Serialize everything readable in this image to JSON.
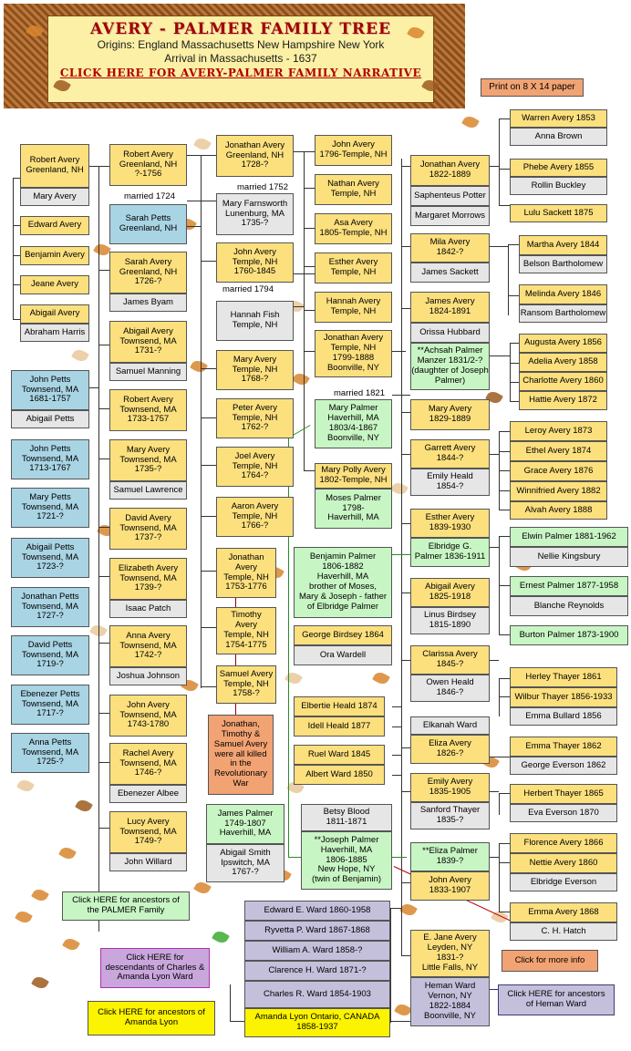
{
  "header": {
    "title": "AVERY - PALMER FAMILY TREE",
    "origins": "Origins: England  Massachusetts New Hampshire  New York",
    "arrival": "Arrival in Massachusetts - 1637",
    "narrative_link": "CLICK HERE FOR AVERY-PALMER FAMILY NARRATIVE"
  },
  "print_note": "Print on 8 X 14 paper",
  "marriage_labels": {
    "m1724": "married 1724",
    "m1752": "married 1752",
    "m1794": "married 1794",
    "m1821": "married 1821"
  },
  "col1": {
    "robert": "Robert Avery\nGreenland, NH",
    "mary": "Mary Avery",
    "edward": "Edward Avery",
    "benjamin": "Benjamin Avery",
    "jeane": "Jeane Avery",
    "abigail": "Abigail Avery",
    "abraham": "Abraham Harris",
    "petts": [
      "John Petts\nTownsend, MA\n1681-1757",
      "Abigail Petts",
      "John Petts\nTownsend, MA\n1713-1767",
      "Mary Petts\nTownsend, MA\n1721-?",
      "Abigail Petts\nTownsend, MA\n1723-?",
      "Jonathan Petts\nTownsend, MA\n1727-?",
      "David Petts\nTownsend, MA\n1719-?",
      "Ebenezer Petts\nTownsend, MA\n1717-?",
      "Anna Petts\nTownsend, MA\n1725-?"
    ]
  },
  "col2": {
    "robert": "Robert Avery\nGreenland, NH\n?-1756",
    "sarah_petts": "Sarah Petts\nGreenland, NH",
    "sarah": "Sarah Avery\nGreenland, NH\n1726-?",
    "james_byam": "James Byam",
    "abigail": "Abigail Avery\nTownsend, MA\n1731-?",
    "samuel_manning": "Samuel Manning",
    "robert2": "Robert Avery\nTownsend, MA\n1733-1757",
    "mary": "Mary Avery\nTownsend, MA\n1735-?",
    "samuel_lawrence": "Samuel Lawrence",
    "david": "David Avery\nTownsend, MA\n1737-?",
    "elizabeth": "Elizabeth Avery\nTownsend, MA\n1739-?",
    "isaac_patch": "Isaac Patch",
    "anna": "Anna Avery\nTownsend, MA\n1742-?",
    "joshua": "Joshua Johnson",
    "john": "John Avery\nTownsend, MA\n1743-1780",
    "rachel": "Rachel Avery\nTownsend, MA\n1746-?",
    "ebenezer_albee": "Ebenezer Albee",
    "lucy": "Lucy Avery\nTownsend, MA\n1749-?",
    "john_willard": "John Willard"
  },
  "col3": {
    "jonathan": "Jonathan Avery\nGreenland, NH\n1728-?",
    "mary_farnsworth": "Mary Farnsworth\nLunenburg, MA\n1735-?",
    "john": "John Avery\nTemple, NH\n1760-1845",
    "hannah_fish": "Hannah Fish\nTemple, NH",
    "mary": "Mary Avery\nTemple, NH\n1768-?",
    "peter": "Peter Avery\nTemple, NH\n1762-?",
    "joel": "Joel Avery\nTemple, NH\n1764-?",
    "aaron": "Aaron Avery\nTemple, NH\n1766-?",
    "jonathan2": "Jonathan\nAvery\nTemple, NH\n1753-1776",
    "timothy": "Timothy\nAvery\nTemple, NH\n1754-1775",
    "samuel": "Samuel Avery\nTemple, NH\n1758-?",
    "war_note": "Jonathan,\nTimothy &\nSamuel Avery\nwere all killed\nin the\nRevolutionary\nWar",
    "james_palmer": "James Palmer\n1749-1807\nHaverhill, MA",
    "abigail_smith": "Abigail Smith\nIpswitch, MA\n1767-?"
  },
  "col4": {
    "john": "John Avery\n1796-Temple, NH",
    "nathan": "Nathan  Avery\nTemple, NH",
    "asa": "Asa Avery\n1805-Temple, NH",
    "esther": "Esther Avery\nTemple, NH",
    "hannah": "Hannah Avery\nTemple, NH",
    "jonathan": "Jonathan Avery\nTemple, NH\n1799-1888\nBoonville, NY",
    "mary_palmer": "Mary Palmer\nHaverhill, MA\n1803/4-1867\nBoonville, NY",
    "mary_polly": "Mary Polly Avery\n1802-Temple, NH",
    "moses": "Moses Palmer\n1798-\nHaverhill, MA",
    "benjamin": "Benjamin Palmer\n1806-1882\nHaverhill, MA\nbrother of Moses,\nMary & Joseph - father\nof Elbridge Palmer",
    "george": "George Birdsey 1864",
    "ora": "Ora Wardell",
    "elbertie": "Elbertie Heald 1874",
    "idell": "Idell Heald 1877",
    "ruel": "Ruel Ward 1845",
    "albert": "Albert Ward 1850",
    "betsy": "Betsy Blood\n1811-1871",
    "joseph": "**Joseph Palmer\nHaverhill, MA\n1806-1885\nNew Hope, NY\n(twin of Benjamin)"
  },
  "col5": {
    "jonathan": "Jonathan Avery\n1822-1889",
    "saphenteus": "Saphenteus Potter",
    "margaret": "Margaret Morrows",
    "mila": "Mila Avery\n1842-?",
    "james_sackett": "James Sackett",
    "james": "James Avery\n1824-1891",
    "orissa": "Orissa Hubbard",
    "achsah": "**Achsah Palmer\nManzer 1831/2-?\n(daughter of Joseph\nPalmer)",
    "mary": "Mary Avery\n1829-1889",
    "garrett": "Garrett Avery\n1844-?",
    "emily_heald": "Emily Heald\n1854-?",
    "esther": "Esther Avery\n1839-1930",
    "elbridge": "Elbridge G.\nPalmer 1836-1911",
    "abigail": "Abigail Avery\n1825-1918",
    "linus": "Linus Birdsey\n1815-1890",
    "clarissa": "Clarissa Avery\n1845-?",
    "owen": "Owen Heald\n1846-?",
    "elkanah": "Elkanah Ward",
    "eliza": "Eliza Avery\n1826-?",
    "emily": "Emily Avery\n1835-1905",
    "sanford": "Sanford Thayer\n1835-?",
    "eliza_palmer": "**Eliza Palmer\n1839-?",
    "john": "John Avery\n1833-1907",
    "jane": "E. Jane Avery\nLeyden,  NY\n1831-?\nLittle Falls, NY",
    "heman": "Heman Ward\nVernon, NY\n1822-1884\nBoonville, NY"
  },
  "col6": {
    "warren": "Warren Avery 1853",
    "anna_brown": "Anna Brown",
    "phebe": "Phebe Avery 1855",
    "rollin": "Rollin Buckley",
    "lulu": "Lulu Sackett 1875",
    "martha": "Martha Avery 1844",
    "belson": "Belson Bartholomew",
    "melinda": "Melinda Avery 1846",
    "ransom": "Ransom Bartholomew",
    "augusta": "Augusta Avery 1856",
    "adelia": "Adelia Avery 1858",
    "charlotte": "Charlotte Avery 1860",
    "hattie": "Hattie Avery 1872",
    "leroy": "Leroy Avery 1873",
    "ethel": "Ethel Avery 1874",
    "grace": "Grace Avery 1876",
    "winnifried": "Winnifried Avery 1882",
    "alvah": "Alvah Avery 1888",
    "elwin": "Elwin Palmer 1881-1962",
    "nellie": "Nellie Kingsbury",
    "ernest": "Ernest Palmer 1877-1958",
    "blanche": "Blanche Reynolds",
    "burton": "Burton Palmer 1873-1900",
    "herley": "Herley Thayer 1861",
    "wilbur": "Wilbur Thayer 1856-1933",
    "emma_bullard": "Emma Bullard 1856",
    "emma_thayer": "Emma Thayer 1862",
    "george_everson": "George Everson 1862",
    "herbert": "Herbert Thayer 1865",
    "eva": "Eva Everson 1870",
    "florence": "Florence Avery 1866",
    "nettie": "Nettie Avery 1860",
    "elbridge_everson": "Elbridge Everson",
    "emma_avery": "Emma Avery 1868",
    "hatch": "C. H. Hatch"
  },
  "ward_children": [
    "Edward E. Ward 1860-1958",
    "Ryvetta P. Ward 1867-1868",
    "William A. Ward 1858-?",
    "Clarence H. Ward 1871-?",
    "Charles R. Ward 1854-1903"
  ],
  "amanda": "Amanda Lyon Ontario, CANADA\n1858-1937",
  "links": {
    "palmer_ancestors": "Click HERE for ancestors of\nthe PALMER Family",
    "descendants": "Click HERE for\ndescendants of  Charles &\nAmanda Lyon Ward",
    "amanda_ancestors": "Click HERE for ancestors of\nAmanda Lyon",
    "more_info": "Click for more info",
    "heman_ancestors": "Click HERE for ancestors\nof Heman Ward"
  },
  "colors": {
    "avery": "#fce07e",
    "spouse": "#e6e6e6",
    "petts": "#a9d4e4",
    "palmer": "#c8f5c4",
    "note": "#f2a373",
    "ward": "#c4c0dc"
  }
}
